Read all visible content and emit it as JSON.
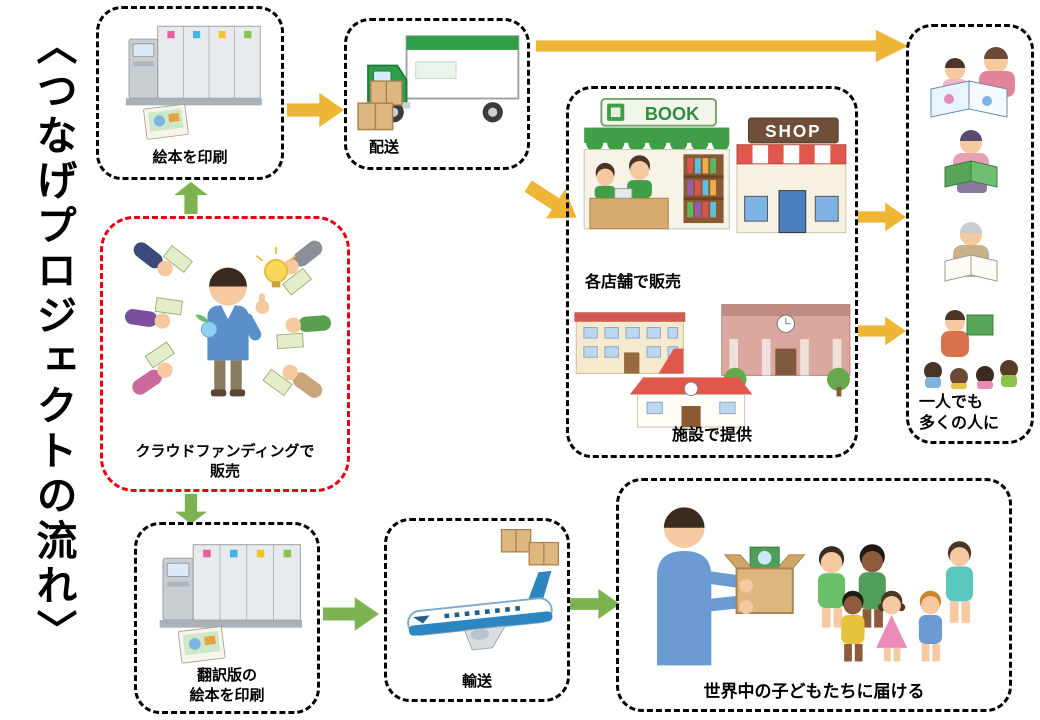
{
  "title": "〈つなげプロジェクトの流れ〉",
  "colors": {
    "arrow_yellow": "#EFB537",
    "arrow_green": "#7CB350",
    "border_red": "#E60012",
    "border_black": "#000000"
  },
  "nodes": {
    "print": {
      "label": "絵本を印刷"
    },
    "delivery": {
      "label": "配送"
    },
    "stores": {
      "store_label": "各店舗で販売",
      "facility_label": "施設で提供",
      "book_sign": "BOOK",
      "shop_sign": "SHOP"
    },
    "readers": {
      "line1": "一人でも",
      "line2": "多くの人に"
    },
    "crowdfunding": {
      "line1": "クラウドファンディングで",
      "line2": "販売"
    },
    "translated_print": {
      "line1": "翻訳版の",
      "line2": "絵本を印刷"
    },
    "transport": {
      "label": "輸送"
    },
    "world": {
      "label": "世界中の子どもたちに届ける"
    }
  }
}
